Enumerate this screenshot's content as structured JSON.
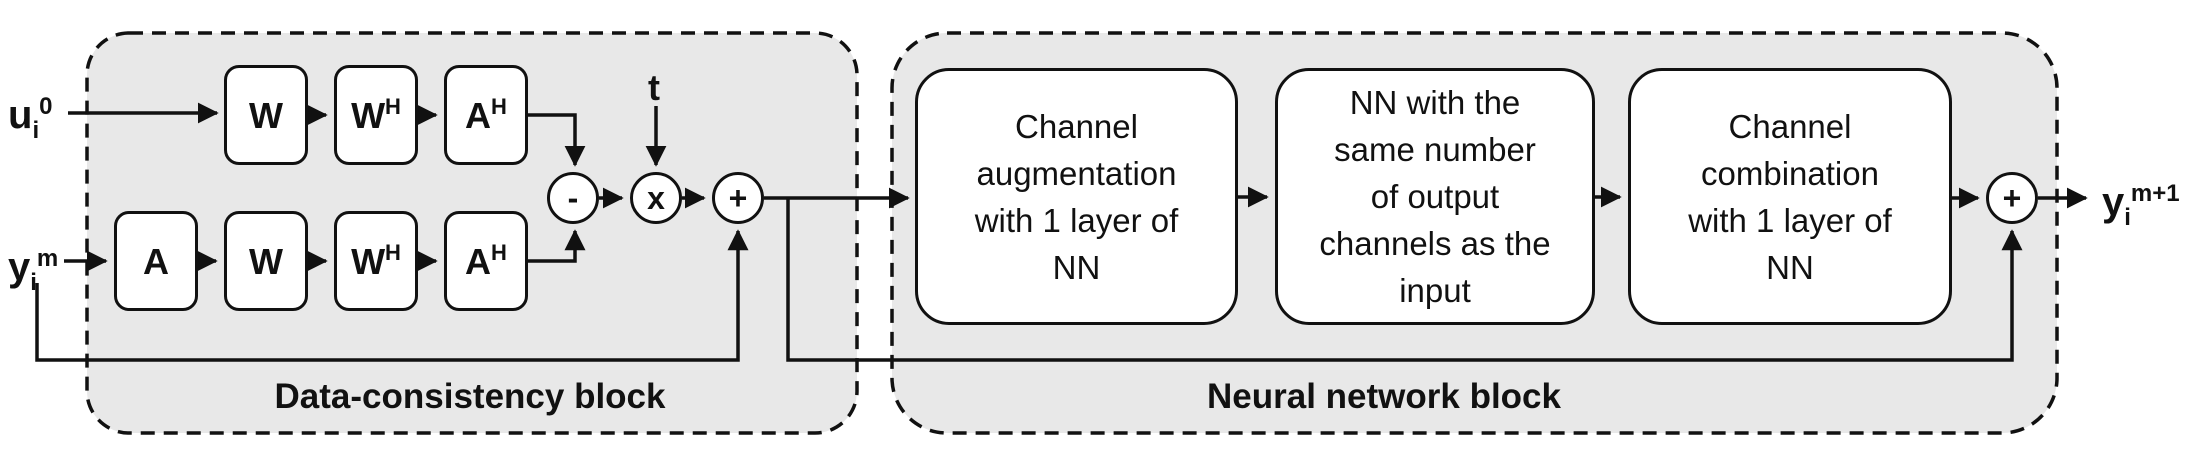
{
  "figure": {
    "external": {
      "input_top": {
        "base": "u",
        "sub": "i",
        "sup": "0"
      },
      "input_bottom": {
        "base": "y",
        "sub": "i",
        "sup": "m"
      },
      "threshold": "t",
      "output": {
        "base": "y",
        "sub": "i",
        "sup": "m+1"
      }
    },
    "data_consistency_block": {
      "label": "Data-consistency block",
      "top_row": [
        {
          "base": "W",
          "sup": ""
        },
        {
          "base": "W",
          "sup": "H"
        },
        {
          "base": "A",
          "sup": "H"
        }
      ],
      "bottom_row": [
        {
          "base": "A",
          "sup": ""
        },
        {
          "base": "W",
          "sup": ""
        },
        {
          "base": "W",
          "sup": "H"
        },
        {
          "base": "A",
          "sup": "H"
        }
      ],
      "op_subtract": "-",
      "op_multiply": "x",
      "op_add": "+"
    },
    "neural_network_block": {
      "label": "Neural network block",
      "boxes": [
        {
          "text": "Channel augmentation with 1 layer of NN",
          "lines": [
            "Channel",
            "augmentation",
            "with 1 layer of",
            "NN"
          ]
        },
        {
          "text": "NN with the same number of output channels as the input",
          "lines": [
            "NN with the",
            "same number",
            "of output",
            "channels as the",
            "input"
          ]
        },
        {
          "text": "Channel combination with 1 layer of NN",
          "lines": [
            "Channel",
            "combination",
            "with 1 layer of",
            "NN"
          ]
        }
      ],
      "op_add": "+"
    },
    "colors": {
      "block_fill": "#e8e8e8",
      "box_fill": "#ffffff",
      "stroke": "#111111"
    }
  }
}
